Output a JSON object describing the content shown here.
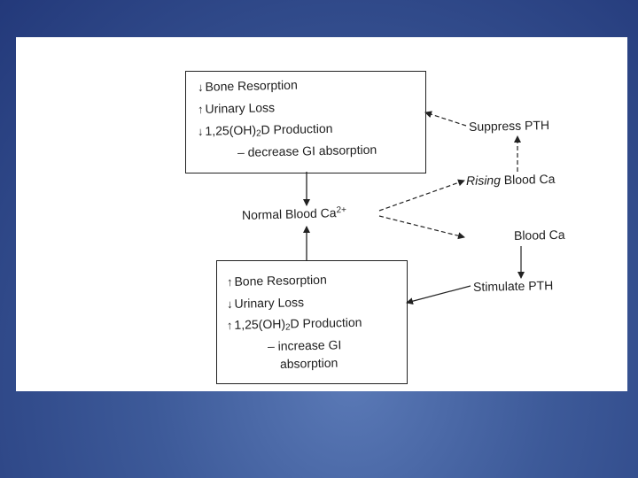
{
  "top_box": {
    "line1": {
      "arrow": "↓",
      "text": "Bone Resorption"
    },
    "line2": {
      "arrow": "↑",
      "text": "Urinary Loss"
    },
    "line3": {
      "arrow": "↓",
      "pre": "1,25(OH)",
      "sub": "2",
      "post": "D Production"
    },
    "line4": "– decrease GI absorption"
  },
  "bottom_box": {
    "line1": {
      "arrow": "↑",
      "text": "Bone Resorption"
    },
    "line2": {
      "arrow": "↓",
      "text": "Urinary Loss"
    },
    "line3": {
      "arrow": "↑",
      "pre": "1,25(OH)",
      "sub": "2",
      "post": "D Production"
    },
    "line4": "– increase GI",
    "line5": "absorption"
  },
  "center": {
    "text": "Normal Blood Ca",
    "sup": "2+"
  },
  "right": {
    "suppress": "Suppress PTH",
    "rising_word": "Rising",
    "rising_rest": "Blood Ca",
    "falling_rest": "Blood Ca",
    "stimulate": "Stimulate PTH"
  }
}
